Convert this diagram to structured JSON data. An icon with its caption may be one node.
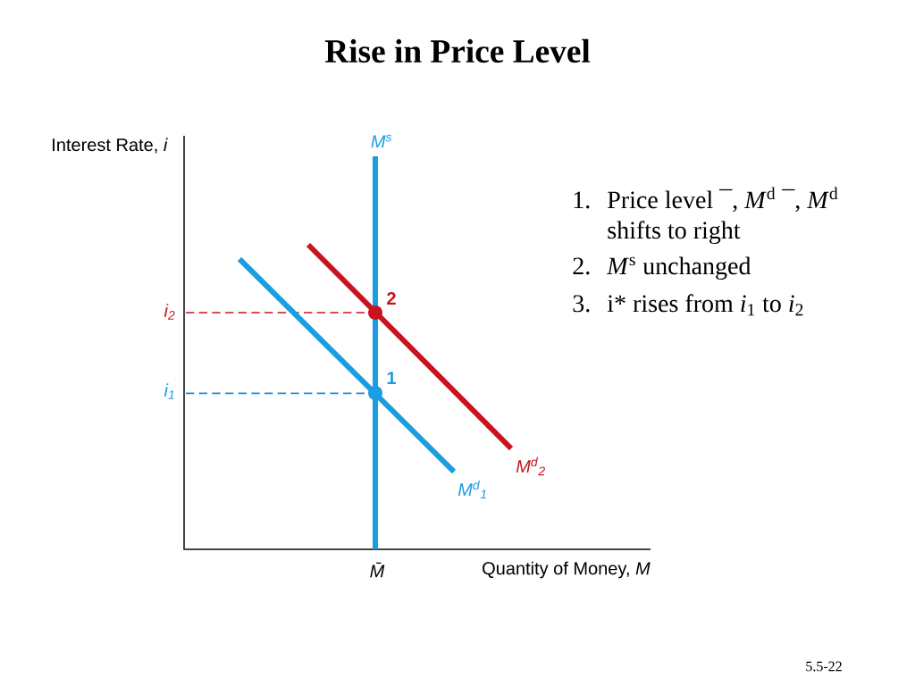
{
  "diagram": {
    "title": "Rise in Price Level",
    "labels": [
      "Interest Rate, *i*",
      "M$^{s}$",
      "1.",
      "Price level ¯, *M*$^{d}$ ¯, *M*$^{d}$ shifts to right",
      "2.",
      "*M*$^{s}$ unchanged",
      "3.",
      "i* rises from *i*$_{1}$ to *i*$_{2}$",
      "2",
      "i$_{2}$",
      "1",
      "i$_{1}$",
      "M$^{d}$$_{2}$",
      "M$^{d}$$_{1}$",
      "M̄",
      "Quantity of Money, *M*",
      "5.5-22"
    ]
  }
}
